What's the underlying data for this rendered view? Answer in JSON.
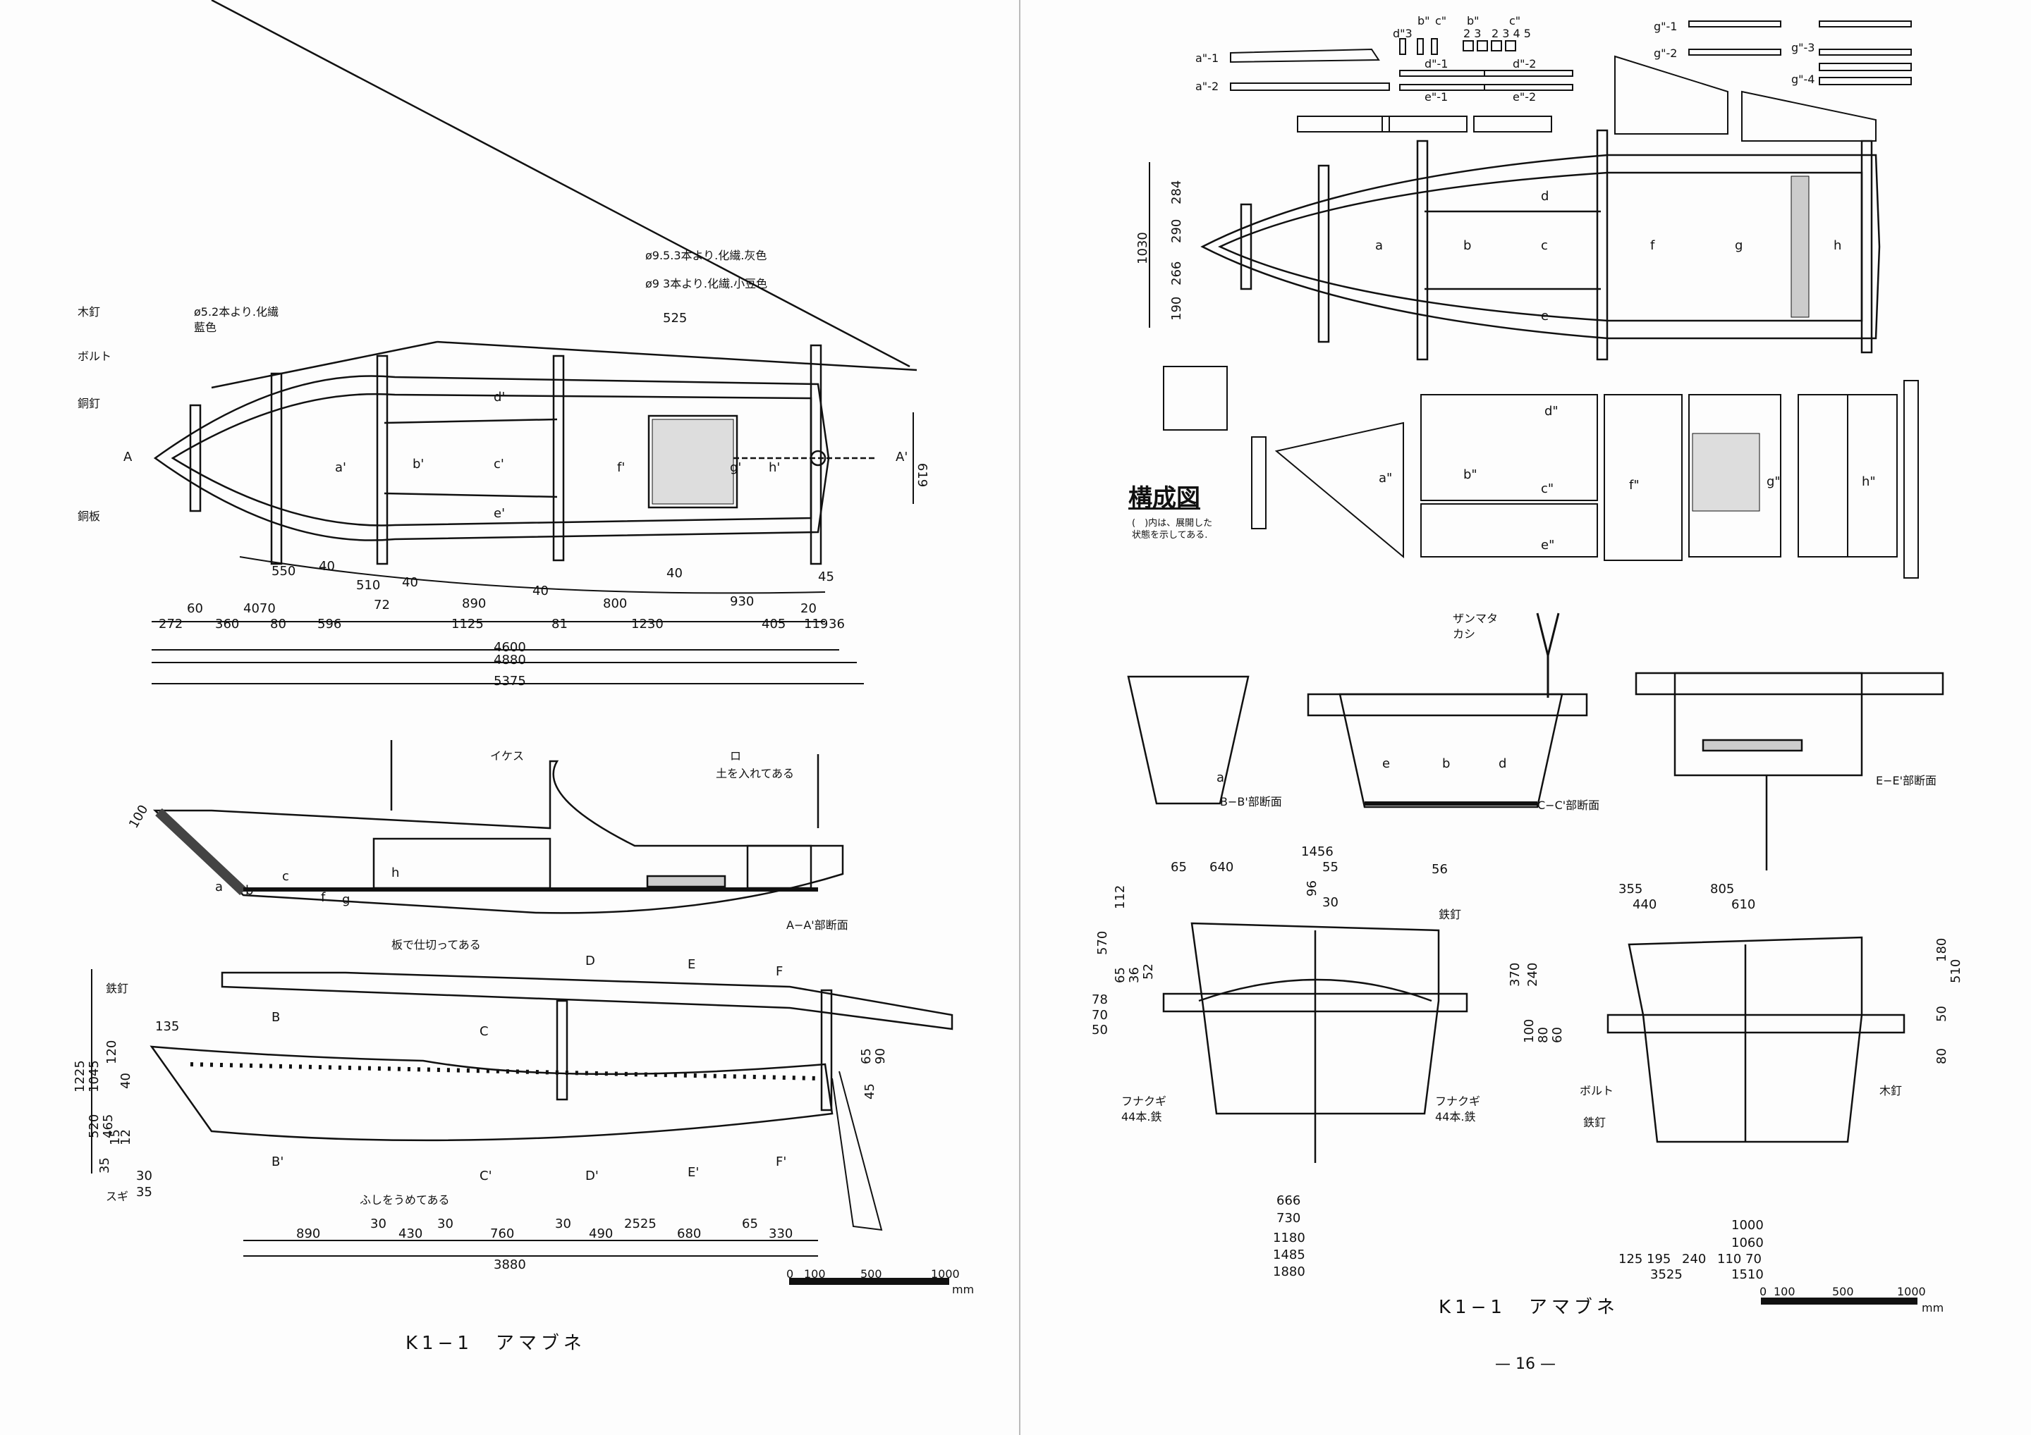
{
  "left_page": {
    "plan_labels": {
      "wood_nail": "木釘",
      "bolt": "ボルト",
      "copper_nail": "銅釘",
      "copper_plate": "銅板",
      "rope1": "ø5.2本より.化繊",
      "rope1_color": "藍色",
      "rope2": "ø9.5.3本より.化繊.灰色",
      "rope3": "ø9 3本より.化繊.小豆色",
      "dim_525": "525",
      "dim_619": "619",
      "section_a": "A",
      "section_a2": "A'",
      "parts": [
        "a'",
        "b'",
        "c'",
        "d'",
        "e'",
        "f'",
        "g'",
        "h'"
      ]
    },
    "plan_dims_upper": [
      "550",
      "40",
      "510",
      "72",
      "40",
      "890",
      "40",
      "800",
      "40",
      "930",
      "45",
      "20"
    ],
    "plan_dims_lower": [
      "60",
      "4070",
      "272",
      "360",
      "80",
      "596",
      "1125",
      "81",
      "1230",
      "405",
      "119",
      "36"
    ],
    "plan_totals": [
      "4600",
      "4880",
      "5375"
    ],
    "section_aa": {
      "title": "A−A'部断面",
      "ikesu": "イケス",
      "soil": "土を入れてある",
      "soil_mark": "ロ",
      "partition": "板で仕切ってある",
      "dim_100": "100",
      "parts": [
        "a",
        "b",
        "c",
        "f",
        "g",
        "h"
      ]
    },
    "profile": {
      "iron_nail": "鉄釘",
      "cedar": "スギ",
      "knot": "ふしをうめてある",
      "marks": [
        "B",
        "B'",
        "C",
        "C'",
        "D",
        "D'",
        "E",
        "E'",
        "F",
        "F'"
      ],
      "vdims": [
        "1225",
        "1045",
        "120",
        "40",
        "520",
        "465",
        "15",
        "12",
        "35",
        "135",
        "65",
        "90",
        "45",
        "30",
        "35"
      ],
      "hdims": [
        "890",
        "30",
        "430",
        "30",
        "760",
        "30",
        "490",
        "2525",
        "680",
        "65",
        "330"
      ],
      "total": "3880"
    },
    "scale": {
      "ticks": [
        "0",
        "100",
        "500",
        "1000"
      ],
      "unit": "mm"
    },
    "caption": "K1−1　アマブネ"
  },
  "right_page": {
    "parts_row": [
      "a\"-1",
      "a\"-2",
      "d\"3",
      "b\"",
      "c\"",
      "b\"",
      "2 3",
      "c\"",
      "2 3 4 5",
      "d\"-1",
      "d\"-2",
      "e\"-1",
      "e\"-2",
      "g\"-1",
      "g\"-2",
      "g\"-3",
      "g\"-4"
    ],
    "plan_dims": [
      "1030",
      "284",
      "290",
      "266",
      "190"
    ],
    "plan_parts": [
      "a",
      "b",
      "c",
      "d",
      "e",
      "f",
      "g",
      "h"
    ],
    "expanded_parts": [
      "a\"",
      "b\"",
      "c\"",
      "d\"",
      "e\"",
      "f\"",
      "g\"",
      "h\""
    ],
    "title": "構成図",
    "note_line1": "(　)内は、展開した",
    "note_line2": "状態を示してある.",
    "sections": {
      "bb": "B−B'部断面",
      "cc": "C−C'部断面",
      "ee": "E−E'部断面",
      "zanmata": "ザンマタ",
      "kashi": "カシ",
      "cc_parts": [
        "e",
        "b",
        "d"
      ],
      "bb_part": "a"
    },
    "lower_left": {
      "top_dims": [
        "1456",
        "65",
        "640",
        "55",
        "56",
        "96",
        "30"
      ],
      "vdims": [
        "112",
        "570",
        "78",
        "65",
        "70",
        "36",
        "50",
        "52"
      ],
      "iron_nail": "鉄釘",
      "funakugi_l": "フナクギ",
      "funakugi_l2": "44本.鉄",
      "funakugi_r": "フナクギ",
      "funakugi_r2": "44本.鉄",
      "bottom_dims": [
        "666",
        "730",
        "1180",
        "1485",
        "1880"
      ]
    },
    "lower_right": {
      "top_dims": [
        "355",
        "805",
        "440",
        "610"
      ],
      "vdims": [
        "370",
        "240",
        "100",
        "80",
        "60",
        "180",
        "510",
        "50",
        "80"
      ],
      "bolt": "ボルト",
      "iron_nail": "鉄釘",
      "wood_nail": "木釘",
      "bottom_dims": [
        "1000",
        "1060",
        "125",
        "195",
        "240",
        "110",
        "70",
        "3525",
        "1510"
      ]
    },
    "scale": {
      "ticks": [
        "0",
        "100",
        "500",
        "1000"
      ],
      "unit": "mm"
    },
    "caption": "K1−1　アマブネ",
    "page_number": "— 16 —"
  }
}
